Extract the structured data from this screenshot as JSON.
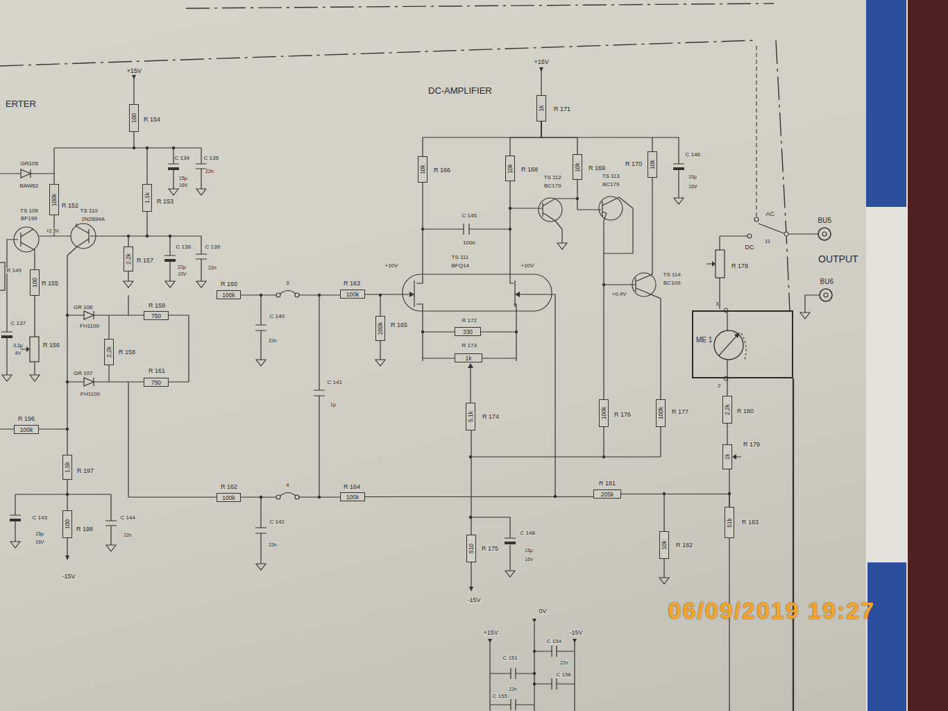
{
  "diagram": {
    "nodes": [
      {
        "text": [
          "100"
        ]
      },
      {
        "text": [
          "100k"
        ]
      },
      {
        "text": [
          "1,1k"
        ]
      },
      {
        "text": [
          "2,2k"
        ]
      },
      {
        "text": [
          "100"
        ]
      },
      {
        "text": [
          "750"
        ]
      },
      {
        "text": [
          "2,2k"
        ]
      },
      {
        "text": [
          "750"
        ]
      },
      {
        "text": [
          "100k"
        ]
      },
      {
        "text": [
          "1,5k"
        ]
      },
      {
        "text": [
          "100"
        ]
      },
      {
        "text": [
          "100k"
        ]
      },
      {
        "text": [
          "100k"
        ]
      },
      {
        "text": [
          "100k"
        ]
      },
      {
        "text": [
          "100k"
        ]
      },
      {
        "text": [
          "200k"
        ]
      },
      {
        "text": [
          "1k"
        ]
      },
      {
        "text": [
          "10k"
        ]
      },
      {
        "text": [
          "10k"
        ]
      },
      {
        "text": [
          "10k"
        ]
      },
      {
        "text": [
          "10k"
        ]
      },
      {
        "text": [
          "330"
        ]
      },
      {
        "text": [
          "1k"
        ]
      },
      {
        "text": [
          "5,1k"
        ]
      },
      {
        "text": [
          "510"
        ]
      },
      {
        "text": [
          "100k"
        ]
      },
      {
        "text": [
          "100k"
        ]
      },
      {
        "text": [
          "ME 1"
        ]
      },
      {
        "text": [
          "2,2k"
        ]
      },
      {
        "text": [
          "1k"
        ]
      },
      {
        "text": [
          "205k"
        ]
      },
      {
        "text": [
          "10k"
        ]
      },
      {
        "text": [
          "51k"
        ]
      }
    ],
    "edges": [
      {
        "from": 16,
        "to": 17,
        "arrow": "none"
      },
      {
        "from": 16,
        "to": 18,
        "arrow": "none"
      },
      {
        "from": 16,
        "to": 19,
        "arrow": "none"
      },
      {
        "from": 16,
        "to": 20,
        "arrow": "none"
      },
      {
        "from": 23,
        "to": 24,
        "arrow": "none"
      },
      {
        "from": 27,
        "to": 28,
        "arrow": "none"
      },
      {
        "from": 28,
        "to": 29,
        "arrow": "none"
      },
      {
        "from": 29,
        "to": 32,
        "arrow": "none"
      },
      {
        "from": 14,
        "to": 30,
        "arrow": "none"
      },
      {
        "from": 30,
        "to": 31,
        "arrow": "none"
      },
      {
        "from": 30,
        "to": 32,
        "arrow": "none"
      }
    ],
    "labels": [
      "ERTER",
      "+15V",
      "R 154",
      "GR105",
      "BAW62",
      "C 134",
      "15µ",
      "16V",
      "C 135",
      "22n",
      "R 152",
      "R 153",
      "TS 109",
      "BF199",
      "TS 110",
      "2N2894A",
      "+2,5V",
      "R 157",
      "C 138",
      "22µ",
      "10V",
      "C 139",
      "22n",
      "R 149",
      "R 155",
      "GR 106",
      "FH1100",
      "R 159",
      "R 158",
      "C 137",
      "3,3µ",
      "4V",
      "R 156",
      "GR 107",
      "FH1100",
      "R 161",
      "R 196",
      "R 197",
      "C 143",
      "15µ",
      "16V",
      "R 198",
      "C 144",
      "22n",
      "-15V",
      "R 160",
      "3",
      "C 140",
      "22n",
      "R 162",
      "4",
      "C 142",
      "22n",
      "C 141",
      "1µ",
      "R 163",
      "R 164",
      "R 165",
      "DC-AMPLIFIER",
      "+15V",
      "R 171",
      "R 166",
      "R 168",
      "R 169",
      "R 170",
      "C 146",
      "10µ",
      "16V",
      "TS 112",
      "BC179",
      "TS 113",
      "BC179",
      "C 145",
      "100n",
      "+10V",
      "TS 111",
      "BFQ14",
      "+10V",
      "R 172",
      "R 173",
      "R 174",
      "R 175",
      "C 148",
      "15µ",
      "16V",
      "-15V",
      "+0,4V",
      "TS 114",
      "BC109",
      "R 176",
      "R 177",
      "R 181",
      "R 182",
      "R 183",
      "R 180",
      "R 179",
      "R 178",
      "AC",
      "11",
      "DC",
      "BU5",
      "OUTPUT",
      "BU6",
      "3",
      "2",
      "+15V",
      "0V",
      "-15V",
      "C 151",
      "22n",
      "C 154",
      "22n",
      "C 156",
      "C 155",
      "06/09/2019 19:27"
    ]
  }
}
